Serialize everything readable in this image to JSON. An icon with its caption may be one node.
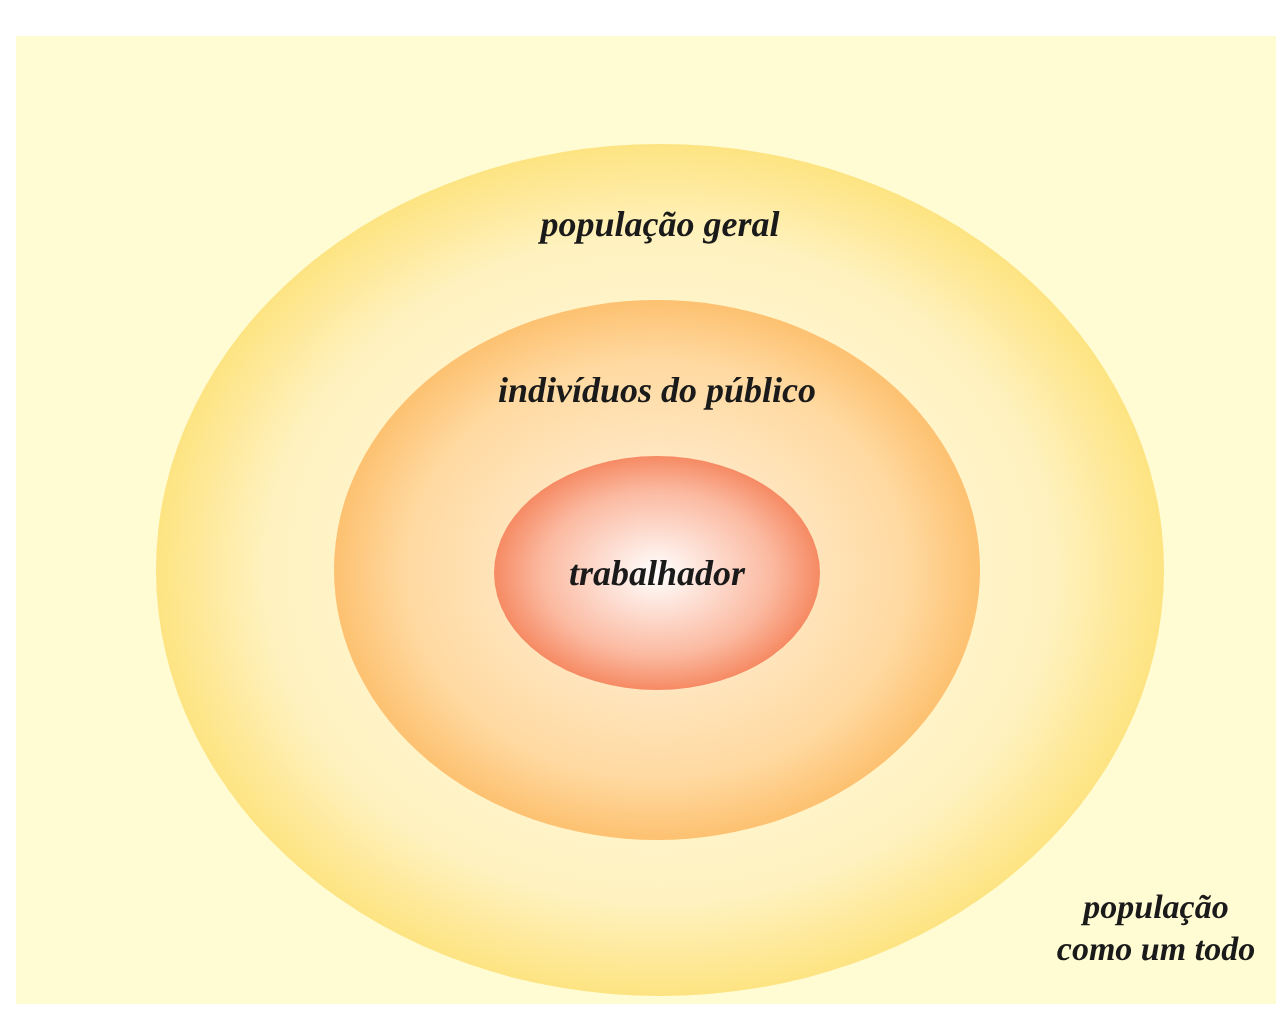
{
  "diagram": {
    "nodes": [
      {
        "text": [
          "população geral"
        ]
      },
      {
        "text": [
          "indivíduos do público"
        ],
        "in": 0
      },
      {
        "text": [
          "trabalhador"
        ],
        "in": 1
      }
    ],
    "labels": [
      "população como um todo"
    ]
  }
}
